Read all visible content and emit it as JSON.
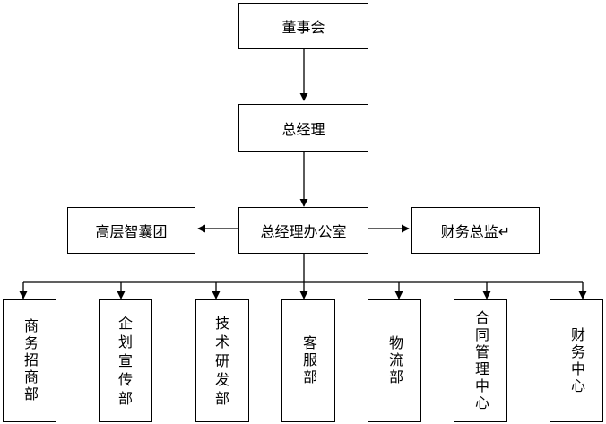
{
  "top": {
    "board": "董事会",
    "gm": "总经理",
    "gm_office": "总经理办公室",
    "think_tank": "高层智囊团",
    "cfo": "财务总监↵"
  },
  "departments": [
    "商务招商部",
    "企划宣传部",
    "技术研发部",
    "客服部",
    "物流部",
    "合同管理中心",
    "财务中心"
  ]
}
